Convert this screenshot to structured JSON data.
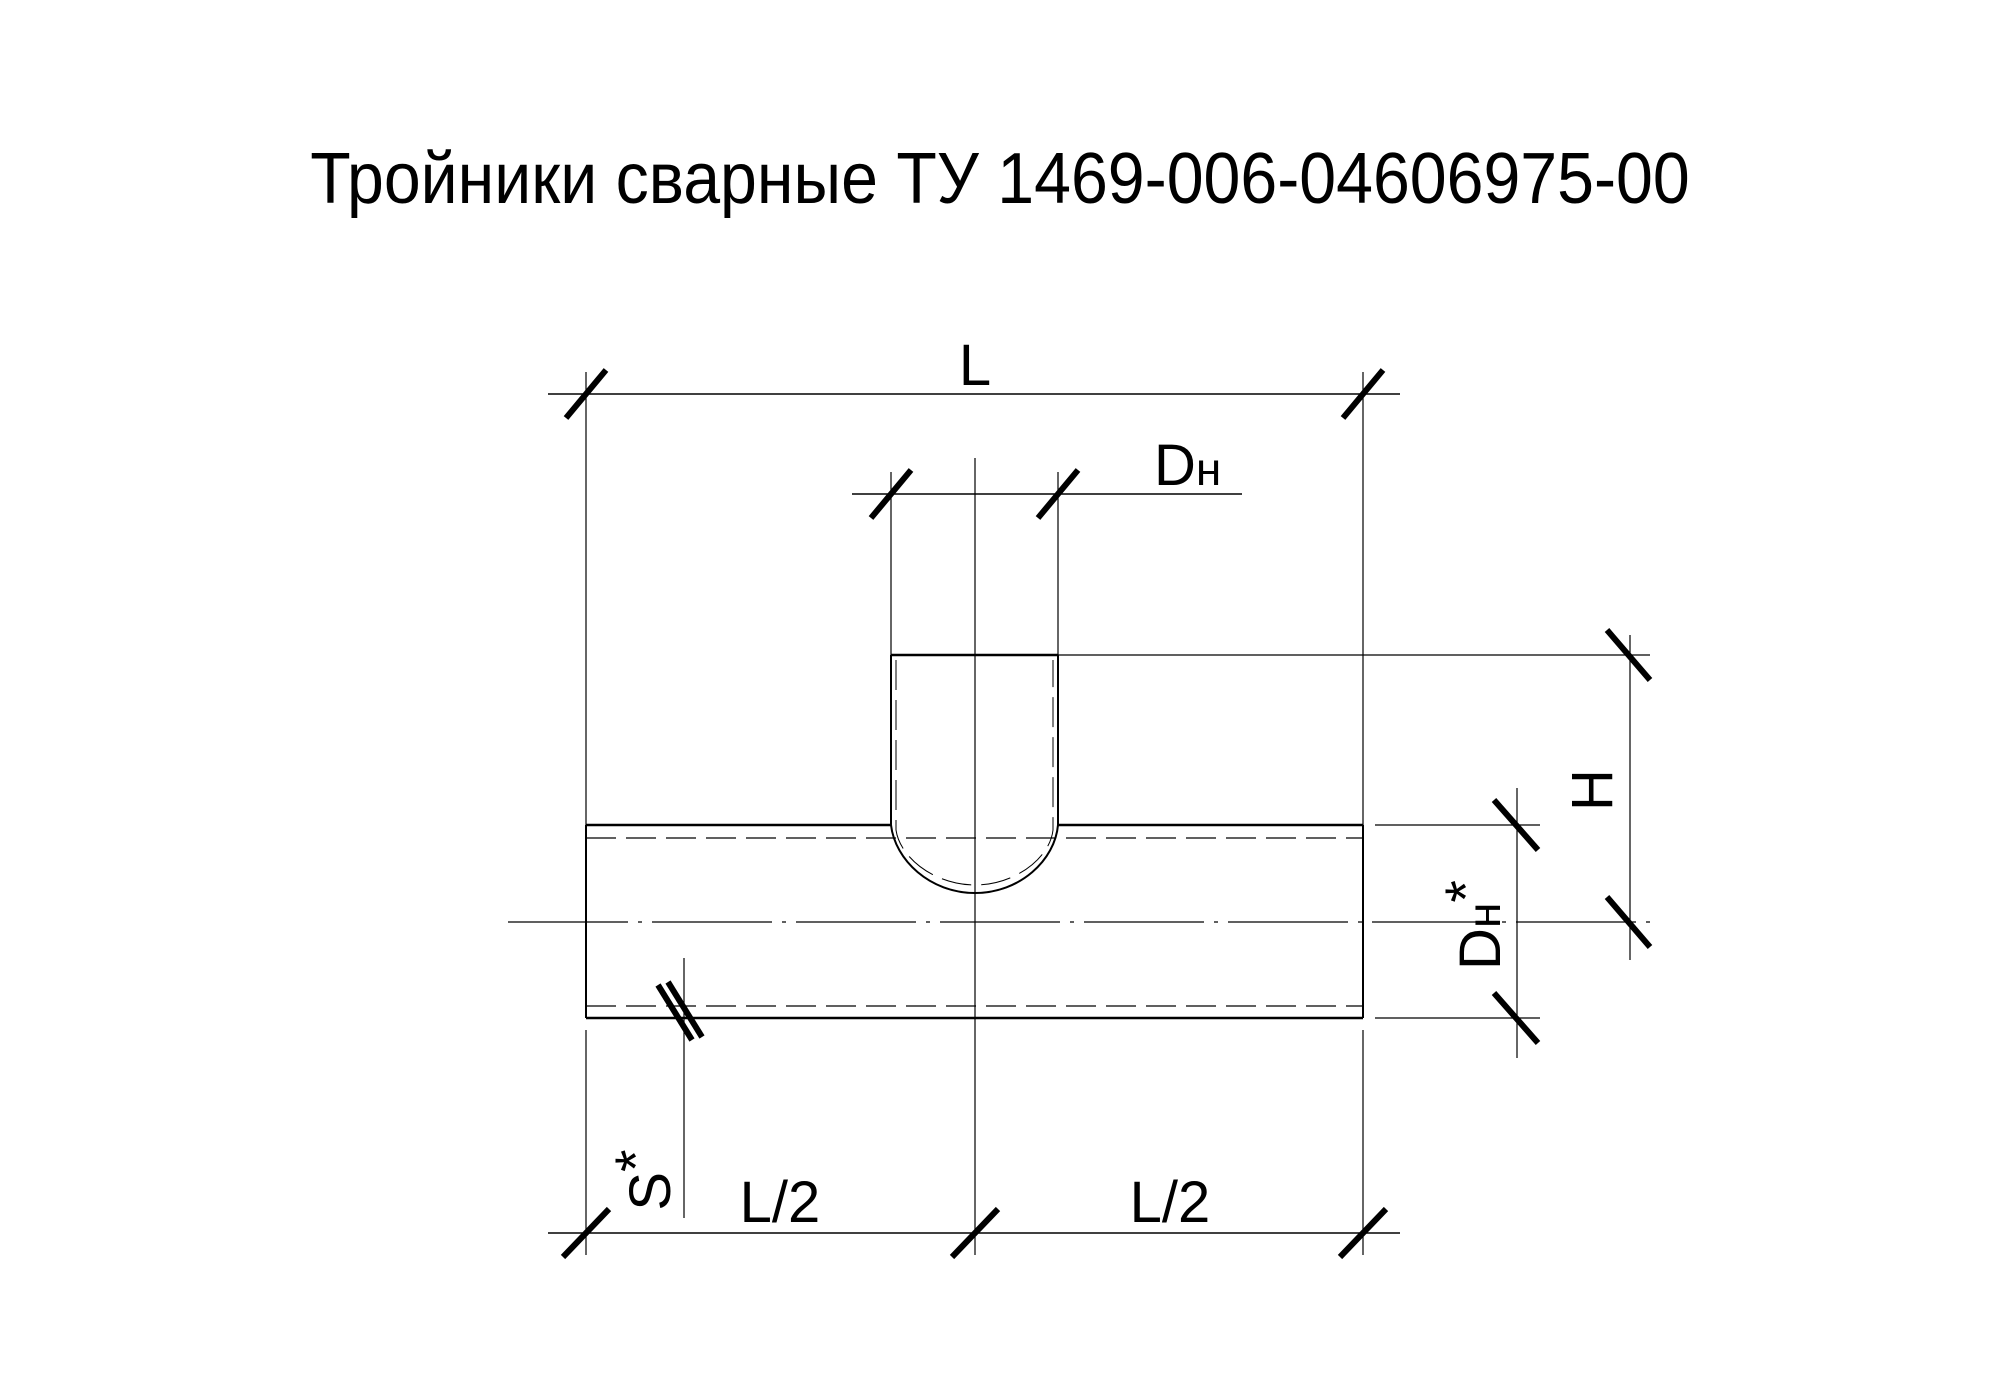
{
  "title": "Тройники сварные ТУ 1469-006-04606975-00",
  "labels": {
    "length": "L",
    "branch_diameter_main": "D",
    "branch_diameter_sub": "н",
    "height": "H",
    "run_diameter_main": "D",
    "run_diameter_sub": "н",
    "run_diameter_star": "*",
    "half_length_left": "L/2",
    "half_length_right": "L/2",
    "wall_thickness": "S",
    "wall_thickness_star": "*"
  },
  "colors": {
    "line": "#000000",
    "background": "#ffffff"
  }
}
